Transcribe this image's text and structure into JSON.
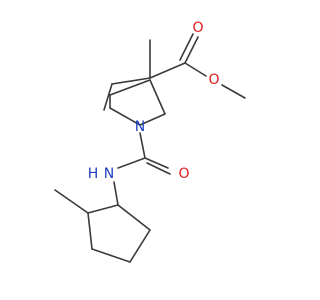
{
  "colors": {
    "bond": "#3a3a3a",
    "oxygen": "#e31a1c",
    "nitrogen": "#1f3fbf",
    "background": "#ffffff"
  },
  "atoms": {
    "O_carbonyl_ester": "O",
    "O_ester": "O",
    "N_ring": "N",
    "N_amide": "N",
    "H_amide": "H",
    "O_amide": "O"
  }
}
